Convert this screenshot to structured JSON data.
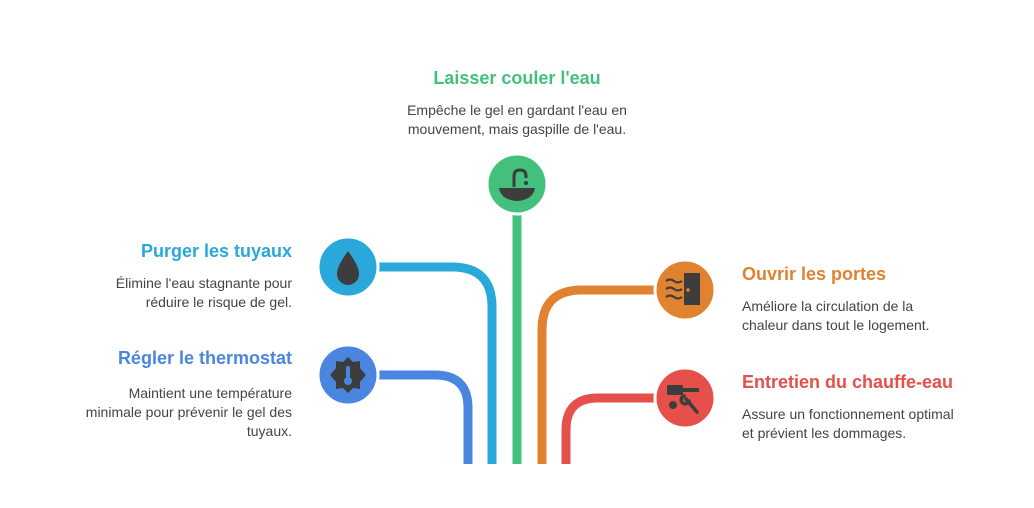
{
  "colors": {
    "green": "#43c07b",
    "blue": "#2aa8dc",
    "indigo": "#4a86e0",
    "orange": "#e0822f",
    "red": "#e5504a",
    "icon": "#3d3d3d"
  },
  "items": {
    "water": {
      "title": "Laisser couler l'eau",
      "desc_lines": [
        "Empêche le gel en gardant l'eau en",
        "mouvement, mais gaspille de l'eau."
      ],
      "icon": "sink-faucet-icon"
    },
    "purge": {
      "title": "Purger les tuyaux",
      "desc_lines": [
        "Élimine l'eau stagnante pour",
        "réduire le risque de gel."
      ],
      "icon": "water-drop-icon"
    },
    "thermostat": {
      "title": "Régler le thermostat",
      "desc_lines": [
        "Maintient une température",
        "minimale pour prévenir le gel des",
        "tuyaux."
      ],
      "icon": "thermostat-gear-icon"
    },
    "doors": {
      "title": "Ouvrir les portes",
      "desc_lines": [
        "Améliore la circulation de la",
        "chaleur dans tout le logement."
      ],
      "icon": "door-airflow-icon"
    },
    "heater": {
      "title": "Entretien du chauffe-eau",
      "desc_lines": [
        "Assure un fonctionnement optimal",
        "et prévient les dommages."
      ],
      "icon": "water-heater-wrench-icon"
    }
  }
}
